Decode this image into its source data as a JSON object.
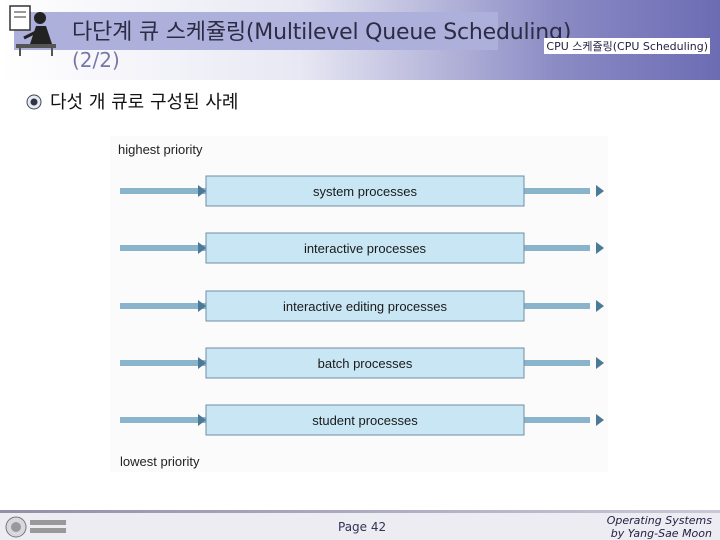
{
  "slide": {
    "title_line1": "다단계 큐 스케쥴링(Multilevel Queue Scheduling)",
    "title_line2": "(2/2)",
    "section_tag": "CPU 스케쥴링(CPU Scheduling)",
    "bullet": "다섯 개 큐로 구성된 사례"
  },
  "diagram": {
    "top_label": "highest priority",
    "bottom_label": "lowest priority",
    "queues": [
      "system processes",
      "interactive processes",
      "interactive editing processes",
      "batch processes",
      "student processes"
    ],
    "colors": {
      "queue_fill": "#c9e6f5",
      "queue_border": "#6e8fa3",
      "arrow": "#8ab4cc"
    }
  },
  "footer": {
    "page": "Page 42",
    "credit_line1": "Operating Systems",
    "credit_line2": "by Yang-Sae Moon"
  }
}
